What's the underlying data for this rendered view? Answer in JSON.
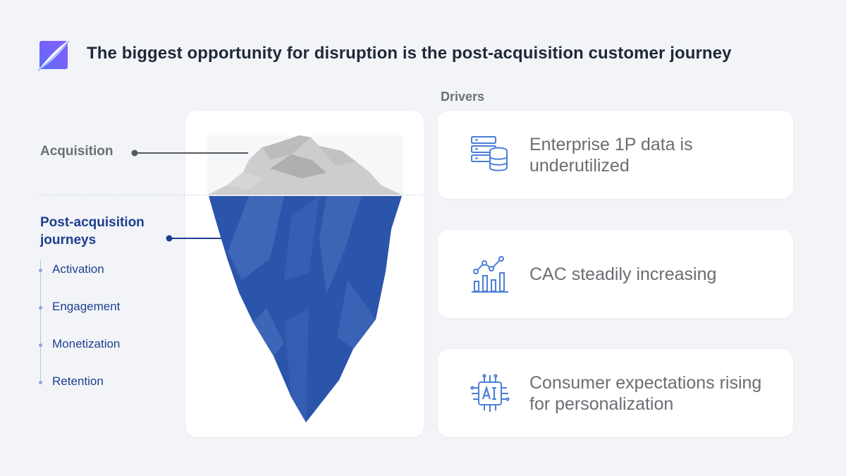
{
  "title": "The biggest opportunity for disruption is the post-acquisition customer journey",
  "logo_icon": "feather-logo-icon",
  "iceberg": {
    "above_label": "Acquisition",
    "below_label": "Post-acquisition journeys",
    "stages": [
      "Activation",
      "Engagement",
      "Monetization",
      "Retention"
    ]
  },
  "drivers": {
    "heading": "Drivers",
    "items": [
      {
        "icon": "server-database-icon",
        "text": "Enterprise 1P data is underutilized"
      },
      {
        "icon": "rising-chart-icon",
        "text": "CAC steadily increasing"
      },
      {
        "icon": "ai-chip-icon",
        "text": "Consumer expectations rising for personalization"
      }
    ]
  },
  "colors": {
    "accent_blue": "#2f56a8",
    "label_blue": "#1e3f8f",
    "icon_blue": "#4a7fd6",
    "gray_text": "#6b6f76",
    "background": "#f2f4f8"
  }
}
